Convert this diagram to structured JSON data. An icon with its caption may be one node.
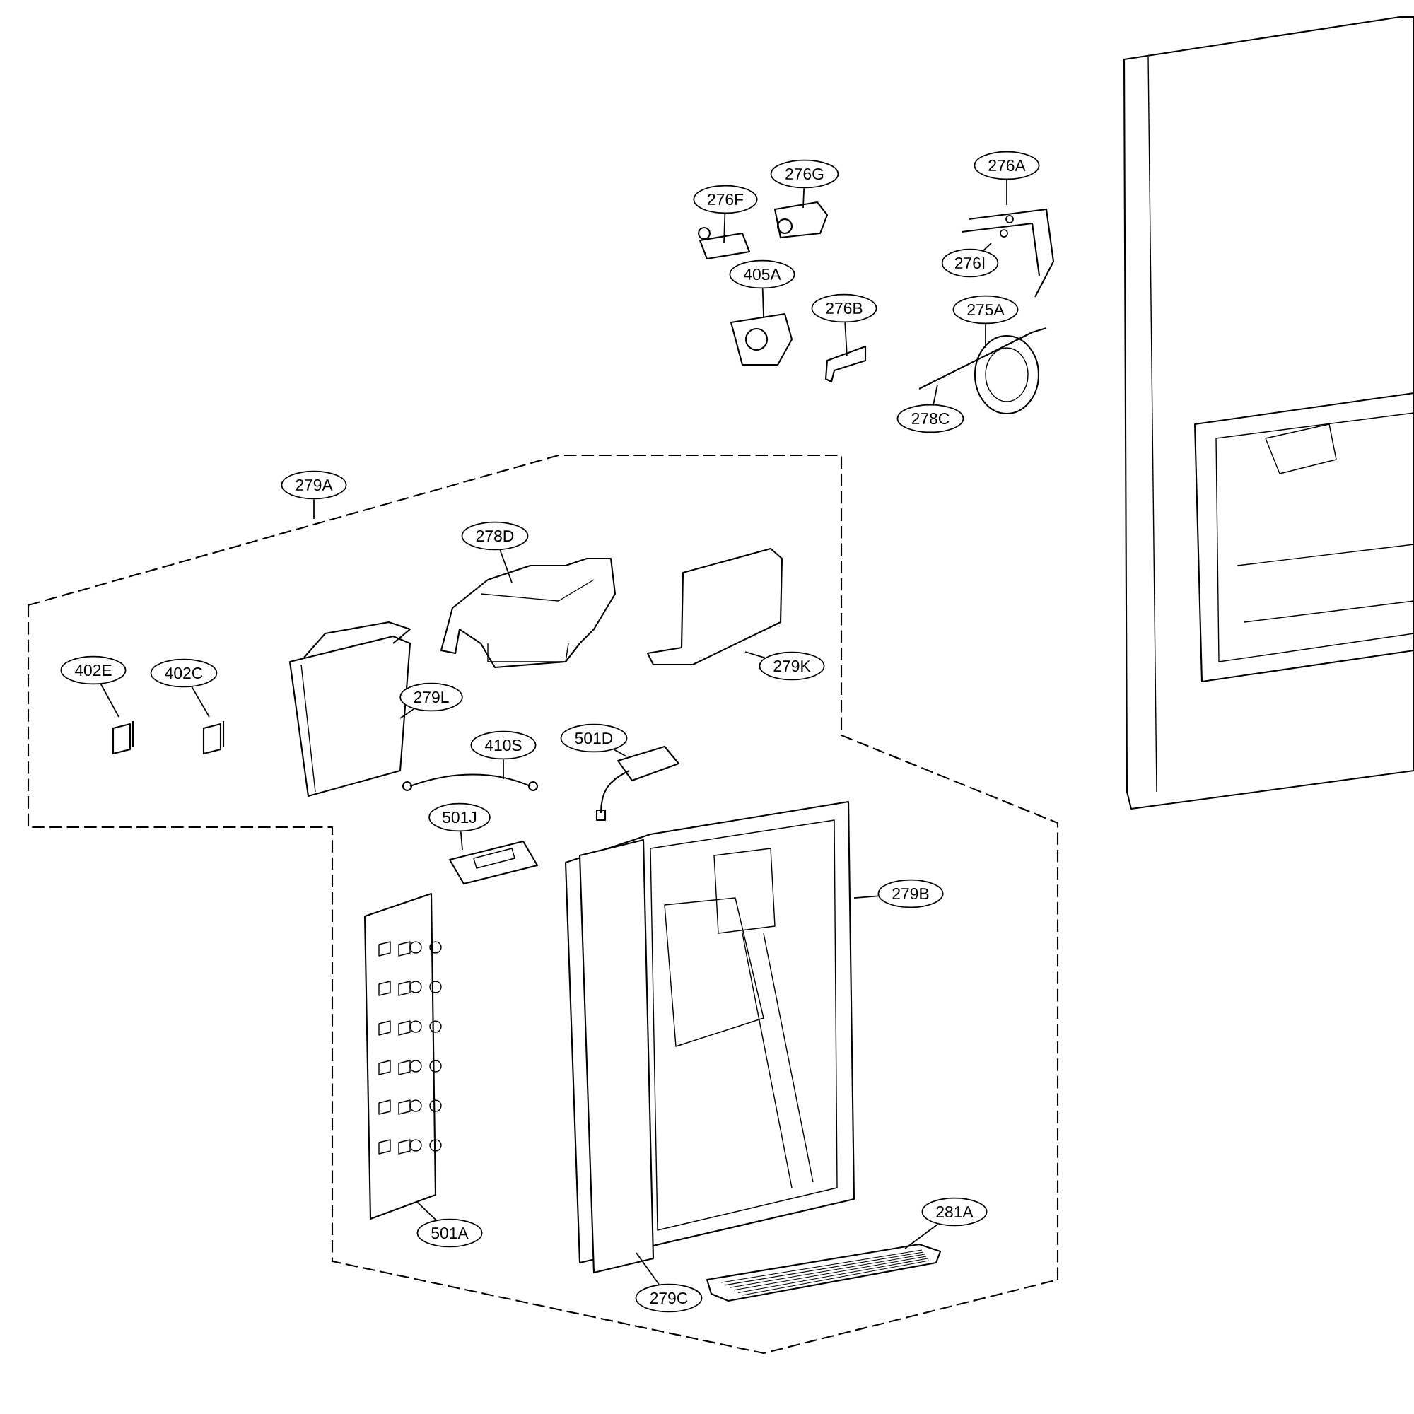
{
  "diagram": {
    "nodes": [
      {
        "text": [
          "276F"
        ]
      },
      {
        "text": [
          "276G"
        ]
      },
      {
        "text": [
          "276A"
        ]
      },
      {
        "text": [
          "276I"
        ]
      },
      {
        "text": [
          "405A"
        ]
      },
      {
        "text": [
          "276B"
        ]
      },
      {
        "text": [
          "275A"
        ]
      },
      {
        "text": [
          "278C"
        ]
      },
      {
        "text": [
          "279A"
        ]
      },
      {
        "text": [
          "278D"
        ]
      },
      {
        "text": [
          "279K"
        ]
      },
      {
        "text": [
          "402E"
        ]
      },
      {
        "text": [
          "402C"
        ]
      },
      {
        "text": [
          "279L"
        ]
      },
      {
        "text": [
          "410S"
        ]
      },
      {
        "text": [
          "501D"
        ]
      },
      {
        "text": [
          "501J"
        ]
      },
      {
        "text": [
          "279B"
        ]
      },
      {
        "text": [
          "501A"
        ]
      },
      {
        "text": [
          "279C"
        ]
      },
      {
        "text": [
          "281A"
        ]
      }
    ],
    "edges": [
      {
        "from": 0,
        "to": null,
        "arrow": "none"
      },
      {
        "from": 1,
        "to": null,
        "arrow": "none"
      },
      {
        "from": 2,
        "to": null,
        "arrow": "none"
      },
      {
        "from": 3,
        "to": null,
        "arrow": "none"
      },
      {
        "from": 4,
        "to": null,
        "arrow": "none"
      },
      {
        "from": 5,
        "to": null,
        "arrow": "none"
      },
      {
        "from": 6,
        "to": null,
        "arrow": "none"
      },
      {
        "from": 7,
        "to": null,
        "arrow": "none"
      },
      {
        "from": 8,
        "to": null,
        "arrow": "none"
      },
      {
        "from": 9,
        "to": null,
        "arrow": "none"
      },
      {
        "from": 10,
        "to": null,
        "arrow": "none"
      },
      {
        "from": 11,
        "to": null,
        "arrow": "none"
      },
      {
        "from": 12,
        "to": null,
        "arrow": "none"
      },
      {
        "from": 13,
        "to": null,
        "arrow": "none"
      },
      {
        "from": 14,
        "to": null,
        "arrow": "none"
      },
      {
        "from": 15,
        "to": null,
        "arrow": "none"
      },
      {
        "from": 16,
        "to": null,
        "arrow": "none"
      },
      {
        "from": 17,
        "to": null,
        "arrow": "none"
      },
      {
        "from": 18,
        "to": null,
        "arrow": "none"
      },
      {
        "from": 19,
        "to": null,
        "arrow": "none"
      },
      {
        "from": 20,
        "to": null,
        "arrow": "none"
      }
    ]
  }
}
